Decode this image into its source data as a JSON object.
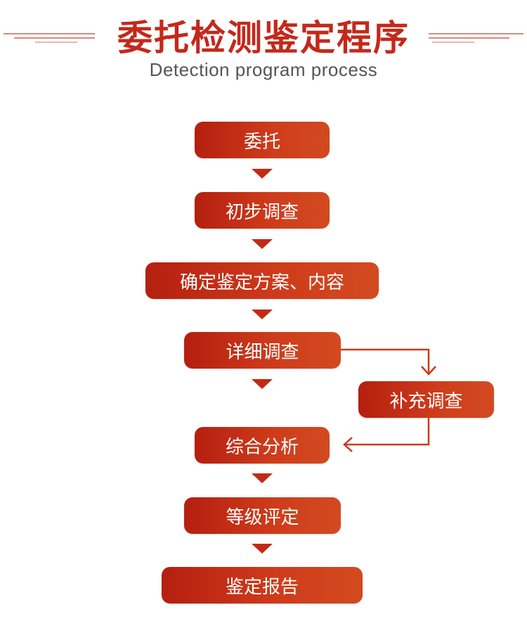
{
  "header": {
    "title": "委托检测鉴定程序",
    "subtitle": "Detection program process"
  },
  "colors": {
    "accent": "#c3291b",
    "box": "#c7301a",
    "subtitle": "#555555"
  },
  "steps": [
    {
      "label": "委托"
    },
    {
      "label": "初步调查"
    },
    {
      "label": "确定鉴定方案、内容"
    },
    {
      "label": "详细调查"
    },
    {
      "label": "综合分析"
    },
    {
      "label": "等级评定"
    },
    {
      "label": "鉴定报告"
    }
  ],
  "side_step": {
    "label": "补充调查"
  }
}
